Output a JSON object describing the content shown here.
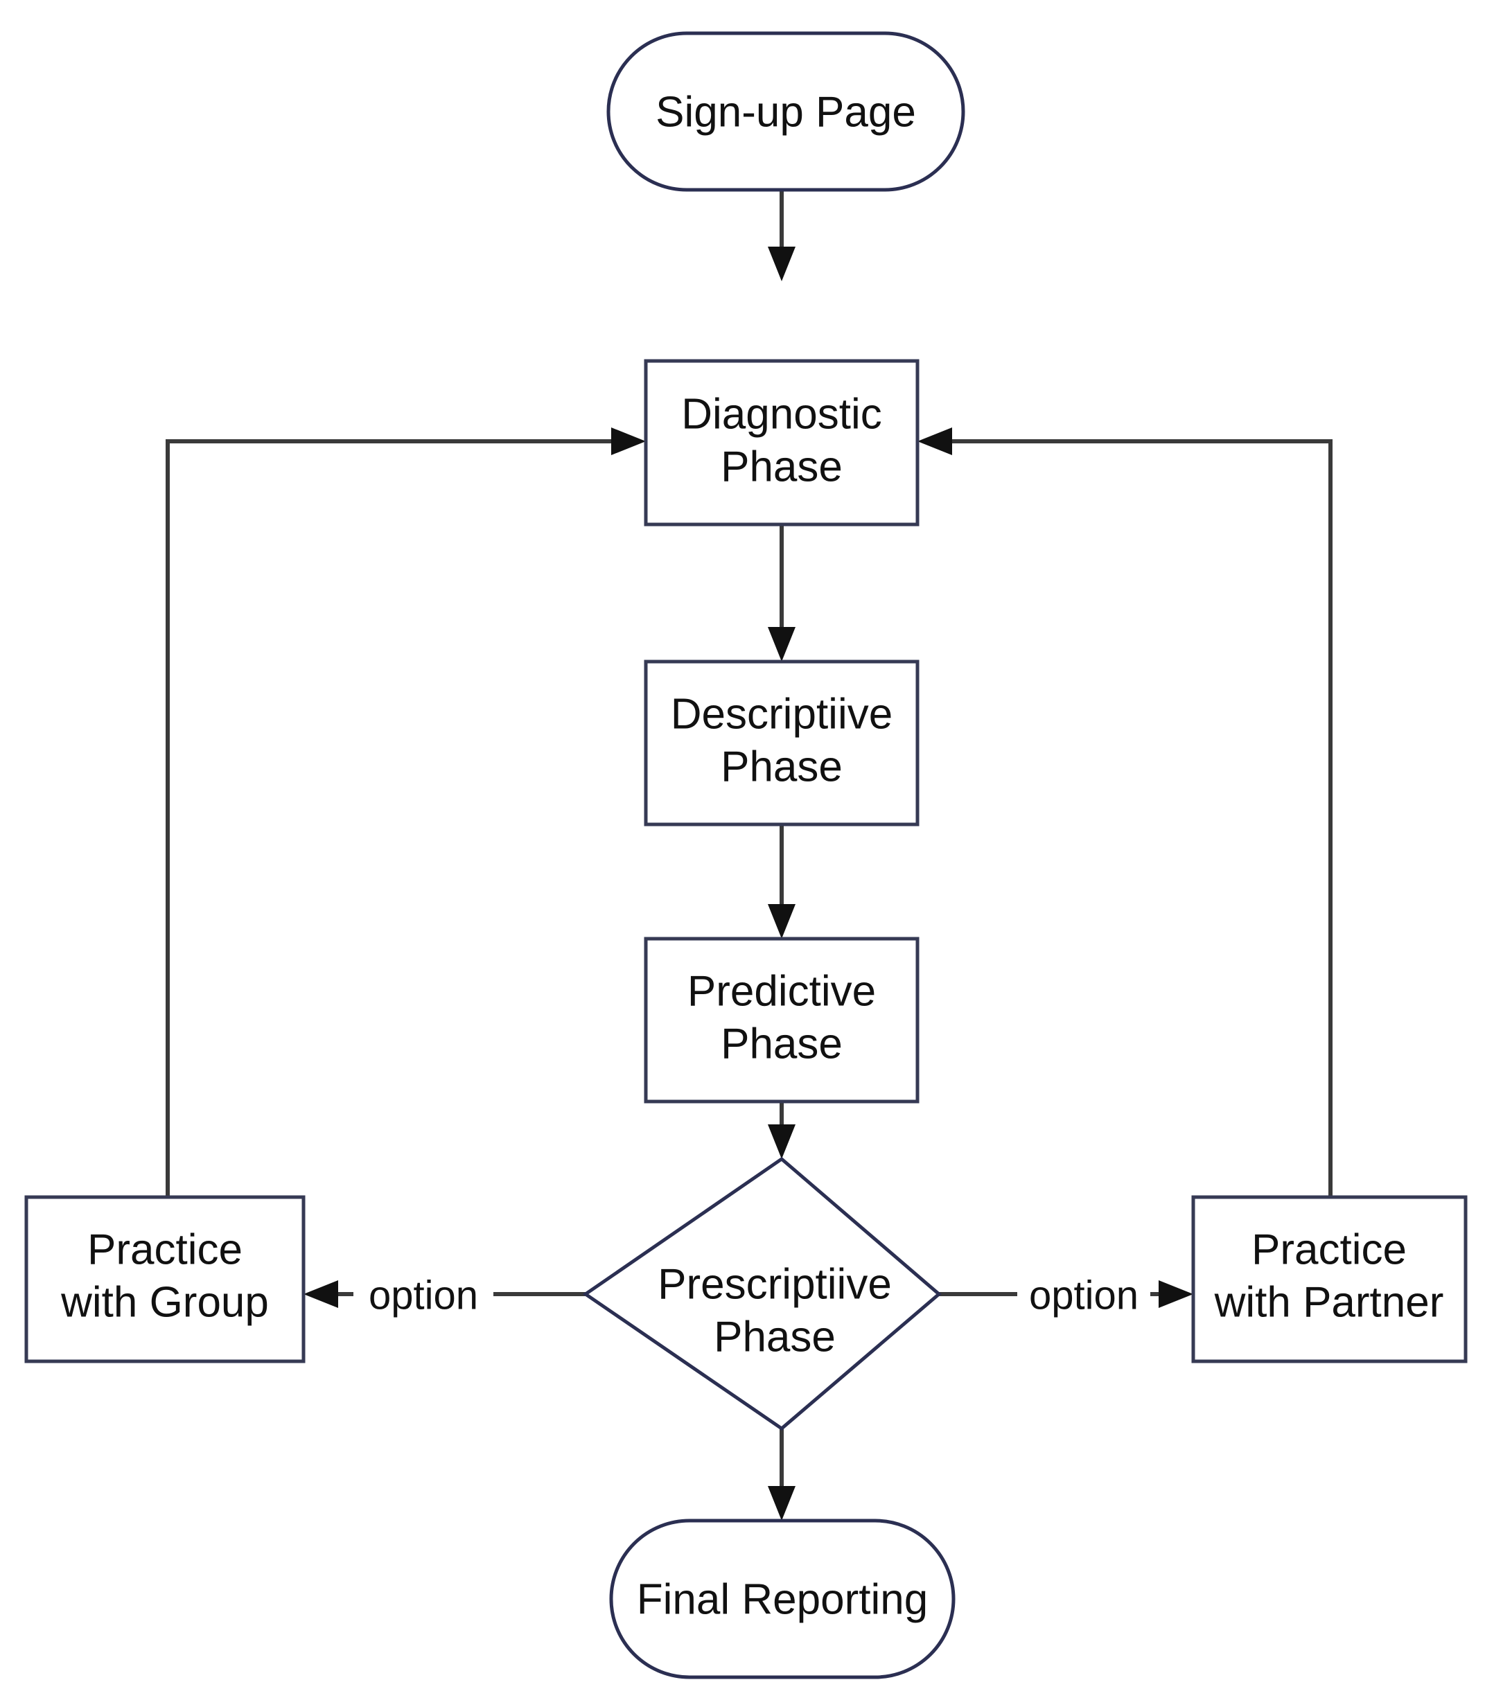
{
  "diagram": {
    "title": "Language Learning Platform Process Flow",
    "type": "flowchart",
    "background_color": "#ffffff",
    "node_border_color": "#2b2f52",
    "node_fill_color": "#ffffff",
    "edge_color": "#3a3a3a",
    "text_color": "#111111",
    "nodes": [
      {
        "id": "signup",
        "shape": "rounded-terminal",
        "label_lines": [
          "Sign-up Page"
        ],
        "label": "Sign-up Page"
      },
      {
        "id": "diagnostic",
        "shape": "rectangle",
        "label_lines": [
          "Diagnostic",
          "Phase"
        ],
        "label": "Diagnostic Phase"
      },
      {
        "id": "descriptive",
        "shape": "rectangle",
        "label_lines": [
          "Descriptiive",
          "Phase"
        ],
        "label": "Descriptive Phase"
      },
      {
        "id": "predictive",
        "shape": "rectangle",
        "label_lines": [
          "Predictive",
          "Phase"
        ],
        "label": "Predictive Phase"
      },
      {
        "id": "prescriptive",
        "shape": "diamond",
        "label_lines": [
          "Prescriptiive",
          "Phase"
        ],
        "label": "Prescriptiive Phase"
      },
      {
        "id": "practice_group",
        "shape": "rectangle",
        "label_lines": [
          "Practice",
          "with Group"
        ],
        "label": "Practice with Group"
      },
      {
        "id": "practice_partner",
        "shape": "rectangle",
        "label_lines": [
          "Practice",
          "with Partner"
        ],
        "label": "Practice with Partner"
      },
      {
        "id": "final_reporting",
        "shape": "rounded-terminal",
        "label_lines": [
          "Final Reporting"
        ],
        "label": "Final Reporting"
      }
    ],
    "edges": [
      {
        "from": "signup",
        "to": "diagnostic",
        "label": ""
      },
      {
        "from": "diagnostic",
        "to": "descriptive",
        "label": ""
      },
      {
        "from": "descriptive",
        "to": "predictive",
        "label": ""
      },
      {
        "from": "predictive",
        "to": "prescriptive",
        "label": ""
      },
      {
        "from": "prescriptive",
        "to": "practice_group",
        "label": "option"
      },
      {
        "from": "prescriptive",
        "to": "practice_partner",
        "label": "option"
      },
      {
        "from": "prescriptive",
        "to": "final_reporting",
        "label": ""
      },
      {
        "from": "practice_group",
        "to": "diagnostic",
        "label": ""
      },
      {
        "from": "practice_partner",
        "to": "diagnostic",
        "label": ""
      }
    ],
    "labels": {
      "node_signup_l1": "Sign-up Page",
      "node_diagnostic_l1": "Diagnostic",
      "node_diagnostic_l2": "Phase",
      "node_descriptive_l1": "Descriptiive",
      "node_descriptive_l2": "Phase",
      "node_predictive_l1": "Predictive",
      "node_predictive_l2": "Phase",
      "node_prescriptive_l1": "Prescriptiive",
      "node_prescriptive_l2": "Phase",
      "node_group_l1": "Practice",
      "node_group_l2": "with Group",
      "node_partner_l1": "Practice",
      "node_partner_l2": "with Partner",
      "node_final_l1": "Final Reporting",
      "edge_option_left": "option",
      "edge_option_right": "option"
    }
  }
}
